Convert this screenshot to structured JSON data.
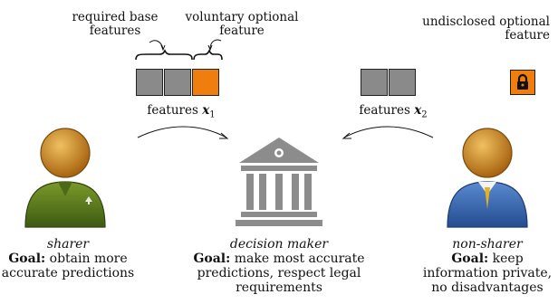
{
  "labels": {
    "required_base": [
      "required base",
      "features"
    ],
    "voluntary_optional": [
      "voluntary optional",
      "feature"
    ],
    "undisclosed_optional": [
      "undisclosed optional",
      "feature"
    ],
    "features_x1_prefix": "features",
    "features_x1_var": "x",
    "features_x1_sub": "1",
    "features_x2_prefix": "features",
    "features_x2_var": "x",
    "features_x2_sub": "2"
  },
  "sharer": {
    "role": "sharer",
    "goal_prefix": "Goal:",
    "goal_text_1": "obtain more",
    "goal_text_2": "accurate predictions"
  },
  "decision_maker": {
    "role": "decision maker",
    "goal_prefix": "Goal:",
    "goal_text_1": "make most accurate",
    "goal_text_2": "predictions, respect legal",
    "goal_text_3": "requirements"
  },
  "non_sharer": {
    "role": "non-sharer",
    "goal_prefix": "Goal:",
    "goal_text_1": "keep",
    "goal_text_2": "information private,",
    "goal_text_3": "no disadvantages"
  },
  "colors": {
    "gray_box": "#8a8a8a",
    "orange_box": "#f07e0e",
    "sharer_body": "#5f7d1f",
    "non_sharer_body": "#3c6cb4",
    "head": "#d08a2a",
    "building": "#8c8c8c"
  },
  "icons": [
    "person-icon",
    "bank-building-icon",
    "lock-icon"
  ]
}
